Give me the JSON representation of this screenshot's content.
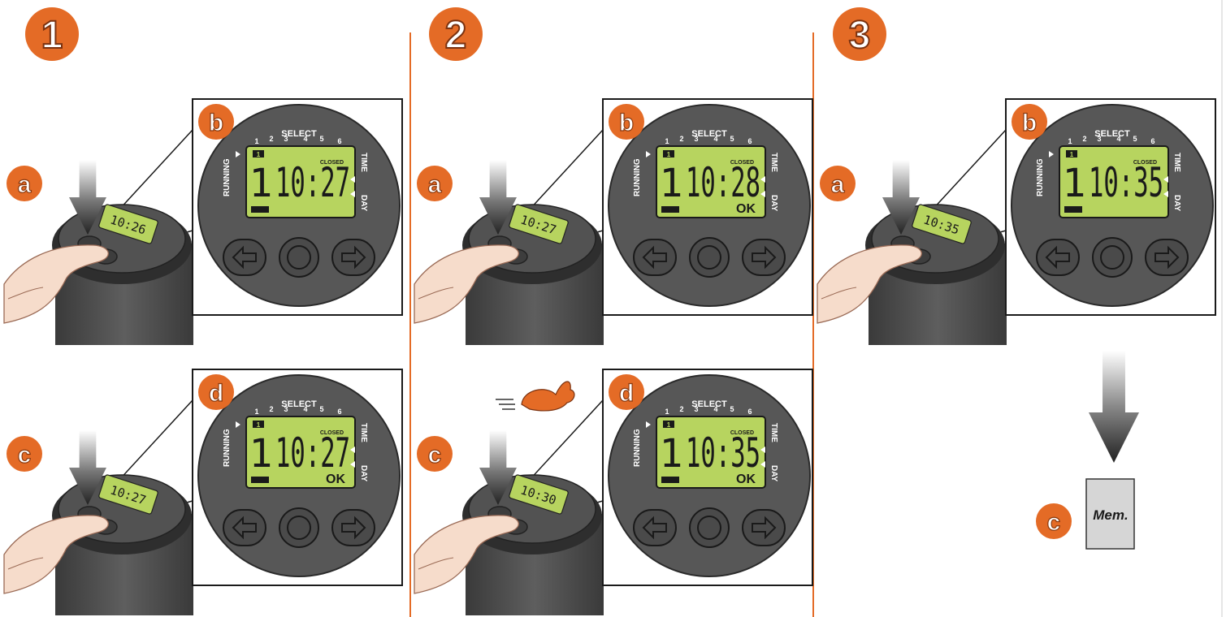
{
  "steps": [
    {
      "number": "1",
      "panels": [
        {
          "device_label": "a",
          "device_time": "10:26",
          "zoom_label": "b",
          "digit": "1",
          "time": "10:27",
          "ok": "",
          "large_arrow": false
        },
        {
          "device_label": "c",
          "device_time": "10:27",
          "zoom_label": "d",
          "digit": "1",
          "time": "10:27",
          "ok": "OK",
          "large_arrow": false
        }
      ]
    },
    {
      "number": "2",
      "panels": [
        {
          "device_label": "a",
          "device_time": "10:27",
          "zoom_label": "b",
          "digit": "1",
          "time": "10:28",
          "ok": "OK",
          "large_arrow": false
        },
        {
          "device_label": "c",
          "device_time": "10:30",
          "zoom_label": "d",
          "digit": "1",
          "time": "10:35",
          "ok": "OK",
          "large_arrow": false,
          "fast_forward_icon": "running-rabbit-icon"
        }
      ]
    },
    {
      "number": "3",
      "panels": [
        {
          "device_label": "a",
          "device_time": "10:35",
          "zoom_label": "b",
          "digit": "1",
          "time": "10:35",
          "ok": "",
          "large_arrow": false
        }
      ],
      "memory": {
        "label": "c",
        "card_text": "Mem.",
        "icon": "memory-card-icon"
      }
    }
  ],
  "controller_face": {
    "select": "SELECT",
    "channels": [
      "1",
      "2",
      "3",
      "4",
      "5",
      "6"
    ],
    "running": "RUNNING",
    "time": "TIME",
    "day": "DAY",
    "closed": "CLOSED",
    "program_badge": "1"
  },
  "colors": {
    "accent": "#e46b26",
    "lcd": "#b7d45f",
    "housing": "#4a4a4a",
    "face": "#575757"
  }
}
